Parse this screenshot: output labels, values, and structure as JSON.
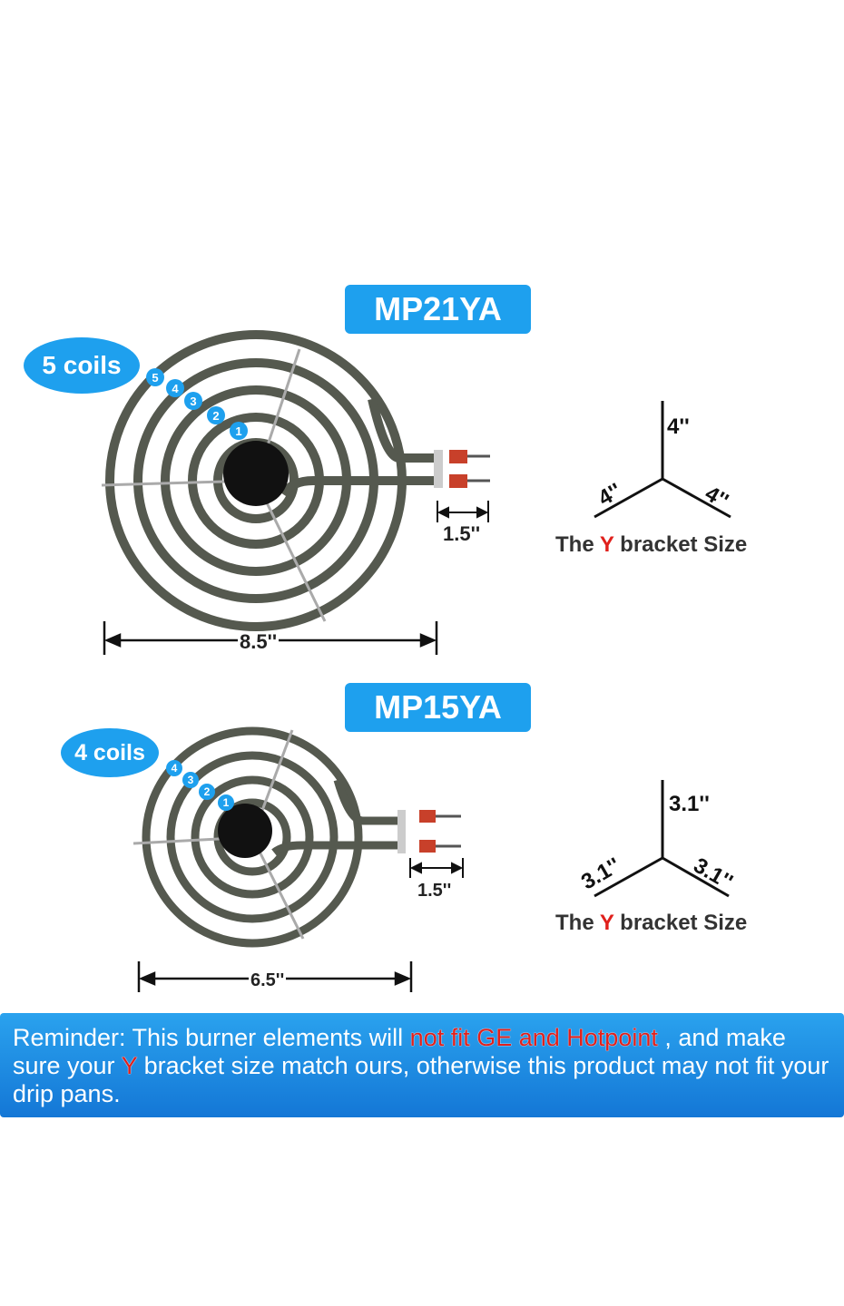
{
  "top": {
    "model": "MP21YA",
    "coils_label": "5 coils",
    "coil_numbers": [
      "5",
      "4",
      "3",
      "2",
      "1"
    ],
    "terminal_dim": "1.5''",
    "width_dim": "8.5''",
    "y_top": "4''",
    "y_left": "4''",
    "y_right": "4''",
    "caption_pre": "The ",
    "caption_y": "Y",
    "caption_post": " bracket Size"
  },
  "bottom": {
    "model": "MP15YA",
    "coils_label": "4 coils",
    "coil_numbers": [
      "4",
      "3",
      "2",
      "1"
    ],
    "terminal_dim": "1.5''",
    "width_dim": "6.5''",
    "y_top": "3.1''",
    "y_left": "3.1''",
    "y_right": "3.1''",
    "caption_pre": "The ",
    "caption_y": "Y",
    "caption_post": " bracket Size"
  },
  "reminder": {
    "part1": "Reminder: This burner elements will ",
    "part2": "not fit GE and Hotpoint",
    "part3": " , and make sure your ",
    "part4": "Y",
    "part5": " bracket size match ours, otherwise this product may not fit your drip pans."
  },
  "colors": {
    "badge": "#1ea0ee",
    "accent_red": "#e0201c",
    "coil": "#55594f",
    "terminal": "#c8402a"
  }
}
